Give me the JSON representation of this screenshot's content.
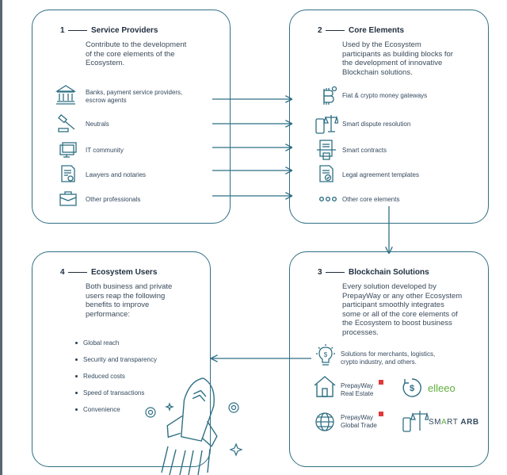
{
  "service_providers": {
    "number": "1",
    "title": "Service Providers",
    "description": [
      "Contribute to the development",
      "of the core elements of the",
      "Ecosystem."
    ],
    "items": [
      "Banks, payment service providers,",
      "escrow agents",
      "Neutrals",
      "IT community",
      "Lawyers and notaries",
      "Other professionals"
    ]
  },
  "core_elements": {
    "number": "2",
    "title": "Core Elements",
    "description": [
      "Used by the Ecosystem",
      "participants as building blocks for",
      "the development of innovative",
      "Blockchain solutions."
    ],
    "items": [
      "Fiat & crypto money gateways",
      "Smart dispute resolution",
      "Smart contracts",
      "Legal agreement templates",
      "Other core elements"
    ]
  },
  "blockchain_solutions": {
    "number": "3",
    "title": "Blockchain Solutions",
    "description": [
      "Every solution developed by",
      "PrepayWay or any other Ecosystem",
      "participant smoothly integrates",
      "some or all of the core elements of",
      "the Ecosystem to boost business",
      "processes."
    ],
    "solutions_text": [
      "Solutions for merchants, logistics,",
      "crypto industry, and others."
    ],
    "logos": {
      "real_estate": [
        "PrepayWay",
        "Real Estate"
      ],
      "elleeo": "elleeo",
      "global_trade": [
        "PrepayWay",
        "Global Trade"
      ],
      "smartarb": [
        "SM",
        "A",
        "RT ",
        "ARB"
      ]
    }
  },
  "ecosystem_users": {
    "number": "4",
    "title": "Ecosystem Users",
    "description": [
      "Both business and private",
      "users reap the following",
      "benefits  to improve",
      "performance:"
    ],
    "benefits": [
      "Global reach",
      "Security and transparency",
      "Reduced costs",
      "Speed of transactions",
      "Convenience"
    ]
  },
  "colors": {
    "border": "#2f6f83",
    "accent": "#2f6f83",
    "text": "#34495e",
    "red": "#e03a3a",
    "green": "#5fae3e"
  }
}
